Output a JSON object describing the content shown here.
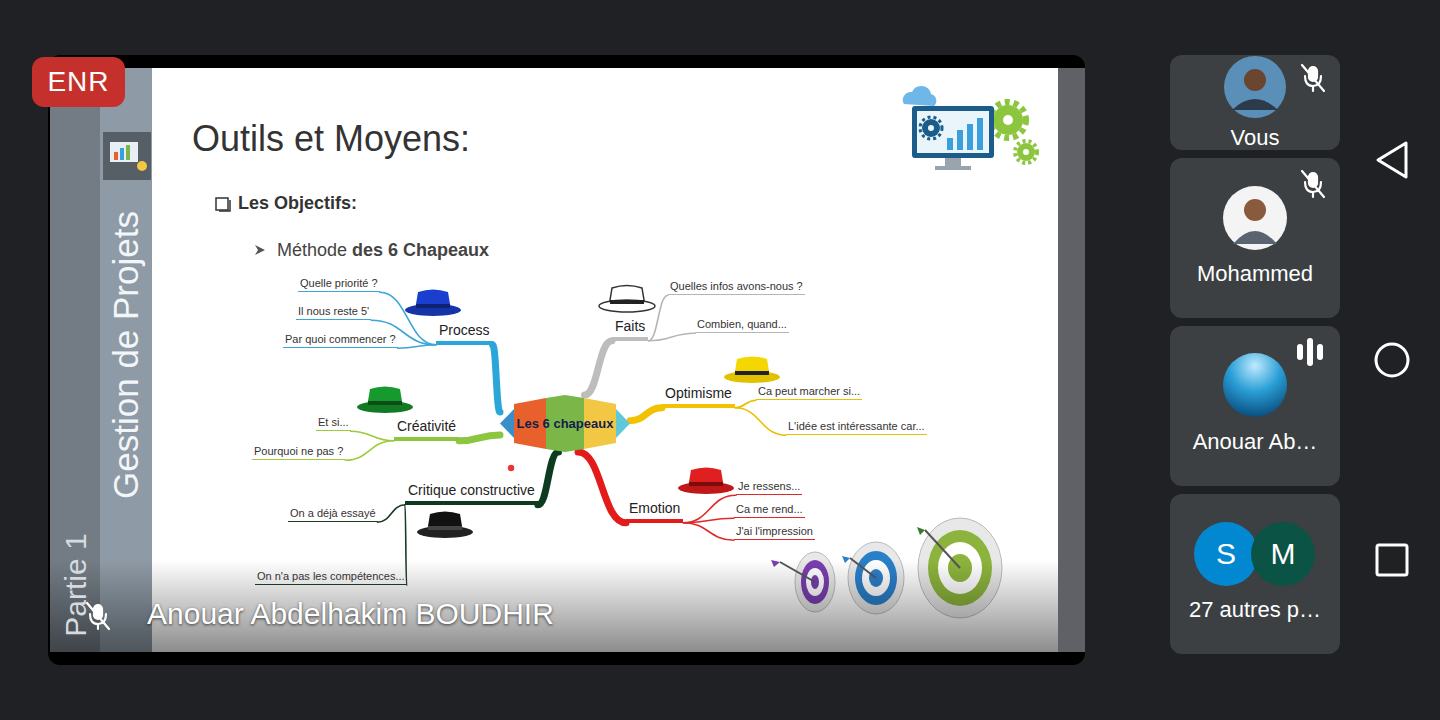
{
  "diagram": {
    "title": "Outils et Moyens:",
    "nodes": [
      {
        "text": [
          "Les 6 chapeaux"
        ]
      },
      {
        "text": [
          "Process"
        ]
      },
      {
        "text": [
          "Quelle priorité ?"
        ]
      },
      {
        "text": [
          "Il nous reste 5'"
        ]
      },
      {
        "text": [
          "Par quoi commencer ?"
        ]
      },
      {
        "text": [
          "Faits"
        ]
      },
      {
        "text": [
          "Quelles infos avons-nous ?"
        ]
      },
      {
        "text": [
          "Combien, quand..."
        ]
      },
      {
        "text": [
          "Créativité"
        ]
      },
      {
        "text": [
          "Et si..."
        ]
      },
      {
        "text": [
          "Pourquoi ne pas ?"
        ]
      },
      {
        "text": [
          "Optimisme"
        ]
      },
      {
        "text": [
          "Ca peut marcher si..."
        ]
      },
      {
        "text": [
          "L'idée est intéressante car..."
        ]
      },
      {
        "text": [
          "Critique constructive"
        ]
      },
      {
        "text": [
          "On a déjà essayé"
        ]
      },
      {
        "text": [
          "On n'a pas les compétences..."
        ]
      },
      {
        "text": [
          "Emotion"
        ]
      },
      {
        "text": [
          "Je ressens..."
        ]
      },
      {
        "text": [
          "Ca me rend..."
        ]
      },
      {
        "text": [
          "J'ai l'impression"
        ]
      },
      {
        "text": [
          "ENR"
        ]
      },
      {
        "text": [
          "Vous"
        ]
      },
      {
        "text": [
          "Mohammed"
        ]
      },
      {
        "text": [
          "Anouar Ab…"
        ]
      },
      {
        "text": [
          "27 autres p…"
        ]
      },
      {
        "text": [
          "S"
        ],
        "in": 25
      },
      {
        "text": [
          "M"
        ],
        "in": 25
      }
    ],
    "edges": [
      {
        "from": 0,
        "to": 1,
        "arrow": "none"
      },
      {
        "from": 1,
        "to": 2,
        "arrow": "none"
      },
      {
        "from": 1,
        "to": 3,
        "arrow": "none"
      },
      {
        "from": 1,
        "to": 4,
        "arrow": "none"
      },
      {
        "from": 0,
        "to": 5,
        "arrow": "none"
      },
      {
        "from": 5,
        "to": 6,
        "arrow": "none"
      },
      {
        "from": 5,
        "to": 7,
        "arrow": "none"
      },
      {
        "from": 0,
        "to": 8,
        "arrow": "none"
      },
      {
        "from": 8,
        "to": 9,
        "arrow": "none"
      },
      {
        "from": 8,
        "to": 10,
        "arrow": "none"
      },
      {
        "from": 0,
        "to": 11,
        "arrow": "none"
      },
      {
        "from": 11,
        "to": 12,
        "arrow": "none"
      },
      {
        "from": 11,
        "to": 13,
        "arrow": "none"
      },
      {
        "from": 0,
        "to": 14,
        "arrow": "none"
      },
      {
        "from": 14,
        "to": 15,
        "arrow": "none"
      },
      {
        "from": 14,
        "to": 16,
        "arrow": "none"
      },
      {
        "from": 0,
        "to": 17,
        "arrow": "none"
      },
      {
        "from": 17,
        "to": 18,
        "arrow": "none"
      },
      {
        "from": 17,
        "to": 19,
        "arrow": "none"
      },
      {
        "from": 17,
        "to": 20,
        "arrow": "none"
      }
    ],
    "labels": [
      "Les Objectifs:",
      "Méthode",
      "des 6 Chapeaux",
      "Gestion de Projets",
      "Partie 1",
      "Anouar Abdelhakim BOUDHIR"
    ]
  }
}
